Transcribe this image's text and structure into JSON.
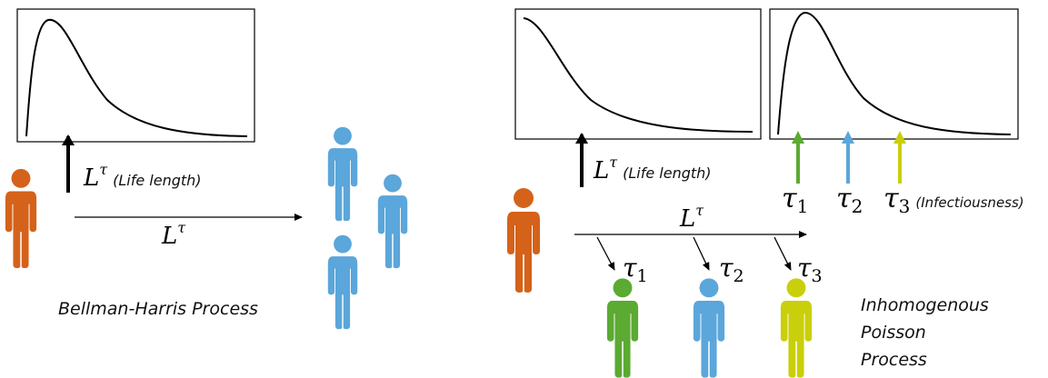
{
  "left_panel": {
    "life_length_symbol": "L",
    "life_length_sup": "τ",
    "life_length_note": "(Life length)",
    "arrow_symbol": "L",
    "arrow_sup": "τ",
    "caption": "Bellman-Harris Process"
  },
  "right_panel": {
    "life_length_symbol": "L",
    "life_length_sup": "τ",
    "life_length_note": "(Life length)",
    "timeline_symbol": "L",
    "timeline_sup": "τ",
    "infectiousness_note": "(Infectiousness)",
    "caption_lines": [
      "Inhomogenous",
      "Poisson",
      "Process"
    ],
    "taus": [
      {
        "base": "τ",
        "sub": "1"
      },
      {
        "base": "τ",
        "sub": "2"
      },
      {
        "base": "τ",
        "sub": "3"
      }
    ]
  },
  "colors": {
    "parent": "#D4621A",
    "child_blue": "#5BA6DA",
    "child_green": "#5BAA32",
    "child_yellow": "#C9CF0A",
    "ink": "#000000"
  },
  "icons": {
    "person": "person-icon",
    "curve": "distribution-curve"
  }
}
